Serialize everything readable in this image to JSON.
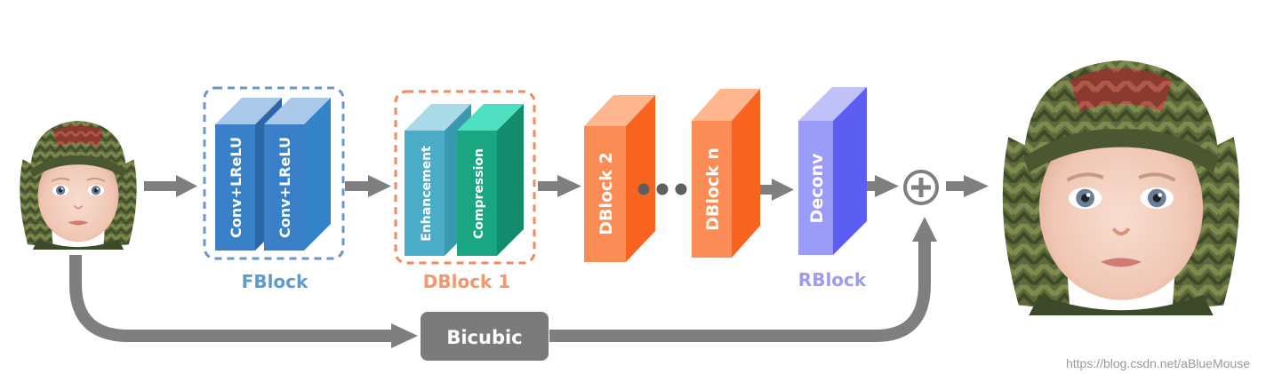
{
  "blocks": {
    "conv1": "Conv+LReLU",
    "conv2": "Conv+LReLU",
    "enhancement": "Enhancement",
    "compression": "Compression",
    "dblock2": "DBlock 2",
    "dblockn": "DBlock n",
    "deconv": "Deconv"
  },
  "groups": {
    "fblock": "FBlock",
    "dblock1": "DBlock 1",
    "rblock": "RBlock"
  },
  "skip": {
    "bicubic": "Bicubic"
  },
  "watermark": "https://blog.csdn.net/aBlueMouse",
  "colors": {
    "arrow": "#7f7f7f",
    "fblock": "#3b7fc8",
    "fblock_label": "#5b9bd5",
    "enhancement": "#4aacc6",
    "compression": "#169f7f",
    "dblock1_label": "#f4976c",
    "dblock": "#f68a4a",
    "deconv": "#7b7bf5",
    "rblock_label": "#9c9cf7"
  },
  "icons": [
    "input-face-image",
    "output-face-image",
    "sum-icon",
    "ellipsis-dots"
  ]
}
